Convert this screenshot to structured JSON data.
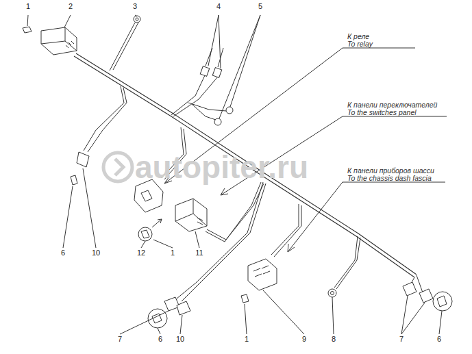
{
  "diagram": {
    "labels": [
      "1",
      "2",
      "3",
      "4",
      "5",
      "К реле",
      "To relay",
      "К панели переключателей",
      "To the switches panel",
      "К панели приборов шасси",
      "To the chassis dash fascia",
      "autopiter.ru",
      "6",
      "10",
      "12",
      "1",
      "11",
      "7",
      "6",
      "10",
      "1",
      "9",
      "8",
      "7",
      "6"
    ]
  }
}
